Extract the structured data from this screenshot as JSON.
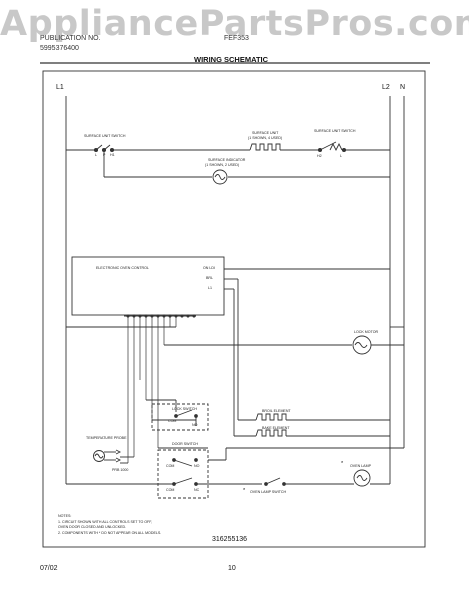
{
  "watermark": "AppliancePartsPros.com",
  "header": {
    "left_line1": "PUBLICATION NO.",
    "left_line2": "5995376400",
    "model": "FEF353",
    "title": "WIRING SCHEMATIC"
  },
  "rails": {
    "l1": "L1",
    "l2": "L2",
    "n": "N"
  },
  "components": {
    "surface_unit_switch_left": "SURFACE UNIT SWITCH",
    "surface_unit_label": "SURFACE UNIT",
    "surface_unit_sub": "(1 SHOWN, 4 USED)",
    "surface_unit_switch_right": "SURFACE UNIT SWITCH",
    "surface_indicator": "SURFACE INDICATOR",
    "surface_indicator_sub": "(1 SHOWN, 2 USED)",
    "electronic_oven_control": "ELECTRONIC OVEN CONTROL",
    "on_ldi": "ON LDI",
    "brl": "BRL",
    "l1_tap": "L1",
    "lock_motor": "LOCK MOTOR",
    "lock_switch": "LOCK SWITCH",
    "broil_element": "BROIL ELEMENT",
    "bake_element": "BAKE ELEMENT",
    "temperature_probe": "TEMPERATURE PROBE",
    "door_switch": "DOOR SWITCH",
    "oven_lamp": "OVEN LAMP",
    "oven_lamp_switch": "OVEN LAMP SWITCH",
    "probe_1000": "PRB 1000",
    "com": "COM",
    "no": "NO",
    "nc": "NC",
    "h1": "H1",
    "h2": "H2",
    "l": "L",
    "p": "P"
  },
  "notes": {
    "title": "NOTES:",
    "note1a": "1.  CIRCUIT SHOWN WITH ALL CONTROLS SET TO OFF,",
    "note1b": "     OVEN DOOR CLOSED AND UNLOCKED.",
    "note2": "2.  COMPONENTS WITH * DO NOT APPEAR ON ALL MODELS."
  },
  "part_number": "316255136",
  "footer": {
    "date": "07/02",
    "page": "10"
  },
  "colors": {
    "line": "#333333",
    "watermark": "#c8c8c8",
    "background": "#ffffff"
  }
}
